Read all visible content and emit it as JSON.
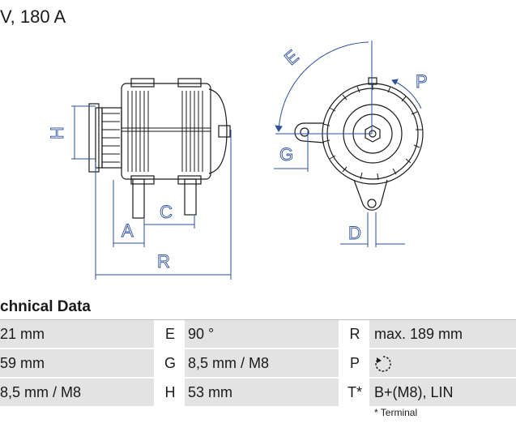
{
  "header": {
    "title": "V, 180 A"
  },
  "dimension_labels": {
    "A": "A",
    "C": "C",
    "D": "D",
    "E": "E",
    "G": "G",
    "H": "H",
    "P": "P",
    "R": "R"
  },
  "technical_data": {
    "title": "chnical Data",
    "rows": [
      [
        {
          "key": "",
          "value": "21 mm"
        },
        {
          "key": "E",
          "value": "90 °"
        },
        {
          "key": "R",
          "value": "max. 189 mm"
        }
      ],
      [
        {
          "key": "",
          "value": "59 mm"
        },
        {
          "key": "G",
          "value": "8,5 mm / M8"
        },
        {
          "key": "P",
          "value": "",
          "icon": "clockwise-rotation-icon"
        }
      ],
      [
        {
          "key": "",
          "value": "8,5 mm / M8"
        },
        {
          "key": "H",
          "value": "53 mm"
        },
        {
          "key": "T*",
          "value": "B+(M8), LIN"
        }
      ]
    ],
    "footnote": "* Terminal"
  },
  "colors": {
    "dimension_lines": "#2d4f9c",
    "table_bg": "#e3e3e3",
    "drawing": "#1a1a1a"
  }
}
